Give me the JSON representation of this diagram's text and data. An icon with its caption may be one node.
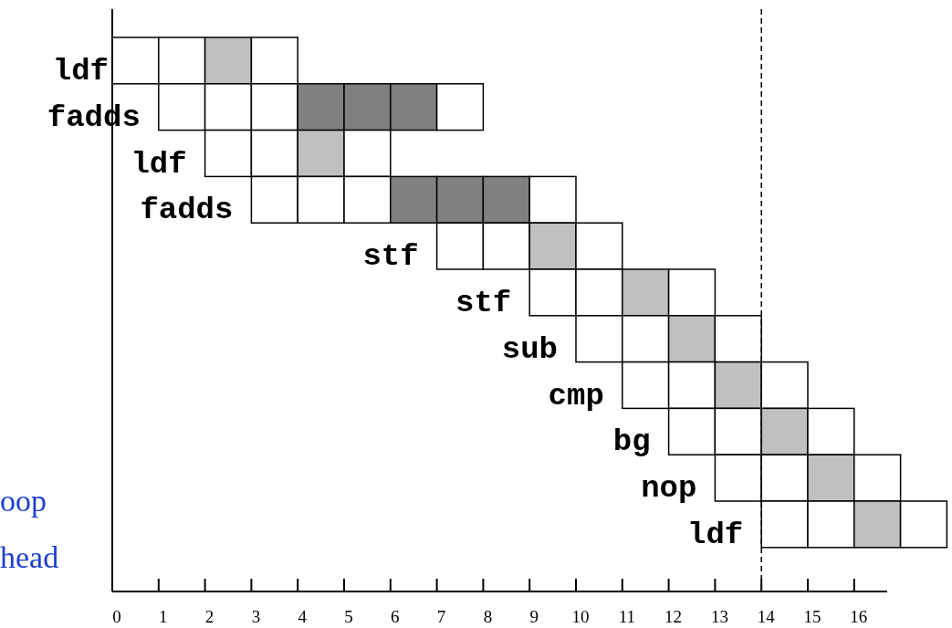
{
  "diagram": {
    "labels": [
      "ldf",
      "fadds",
      "ldf",
      "fadds",
      "stf",
      "stf",
      "sub",
      "cmp",
      "bg",
      "nop",
      "ldf",
      "oop",
      "head",
      "0",
      "1",
      "2",
      "3",
      "4",
      "5",
      "6",
      "7",
      "8",
      "9",
      "10",
      "11",
      "12",
      "13",
      "14",
      "15",
      "16"
    ]
  }
}
